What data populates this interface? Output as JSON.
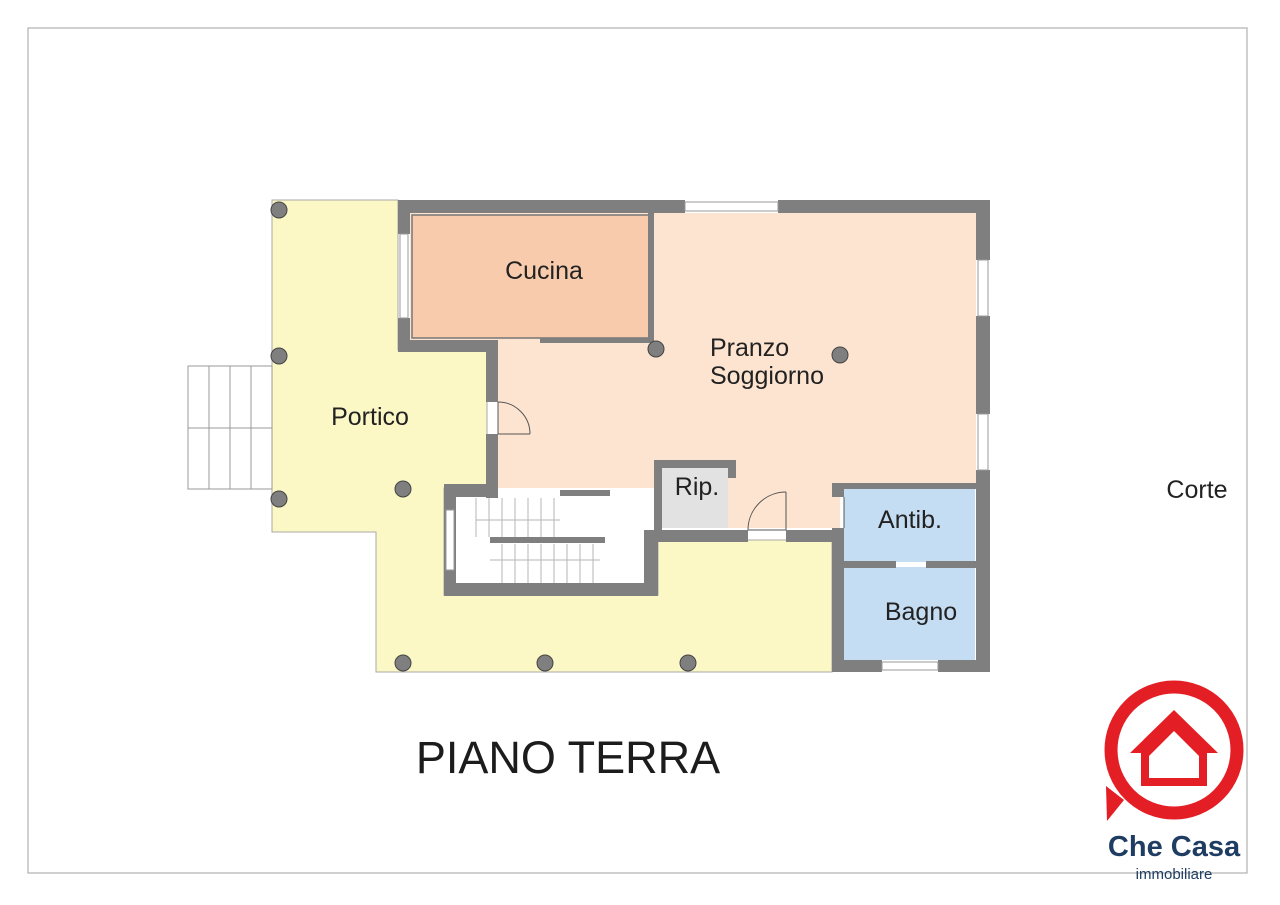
{
  "plan": {
    "title": "PIANO TERRA",
    "rooms": {
      "cucina": "Cucina",
      "pranzo_line1": "Pranzo",
      "pranzo_line2": "Soggiorno",
      "portico": "Portico",
      "ripostiglio": "Rip.",
      "antibagno": "Antib.",
      "bagno": "Bagno",
      "corte": "Corte"
    },
    "colors": {
      "portico": "#fbf8c6",
      "cucina": "#f8cbad",
      "living": "#fde4d0",
      "bathroom": "#c5ddf2",
      "storage": "#e2e2e2",
      "wall": "#7f7f7f",
      "column": "#7f7f7f",
      "frame": "#b0b0b0"
    }
  },
  "logo": {
    "name": "Che Casa",
    "subtitle": "immobiliare",
    "accent": "#e41e25",
    "text_color": "#1f3d63"
  }
}
